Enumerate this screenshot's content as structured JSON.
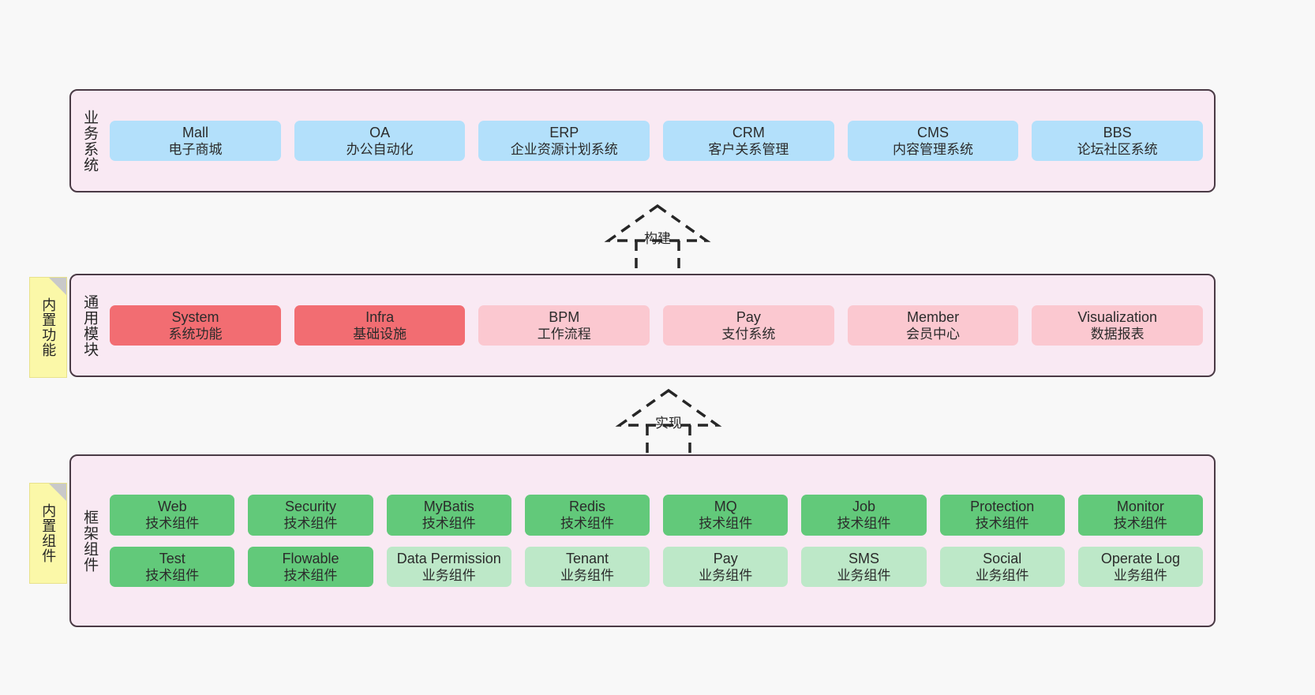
{
  "page": {
    "background": "#f8f8f8",
    "container_fill": "#f9e9f3",
    "container_border": "#4a3a45"
  },
  "layers": [
    {
      "id": "business-systems",
      "title": "业务系统",
      "rows": [
        [
          {
            "en": "Mall",
            "cn": "电子商城",
            "color": "#b3e0fb",
            "style": "blue"
          },
          {
            "en": "OA",
            "cn": "办公自动化",
            "color": "#b3e0fb",
            "style": "blue"
          },
          {
            "en": "ERP",
            "cn": "企业资源计划系统",
            "color": "#b3e0fb",
            "style": "blue"
          },
          {
            "en": "CRM",
            "cn": "客户关系管理",
            "color": "#b3e0fb",
            "style": "blue"
          },
          {
            "en": "CMS",
            "cn": "内容管理系统",
            "color": "#b3e0fb",
            "style": "blue"
          },
          {
            "en": "BBS",
            "cn": "论坛社区系统",
            "color": "#b3e0fb",
            "style": "blue"
          }
        ]
      ]
    },
    {
      "id": "common-modules",
      "title": "通用模块",
      "note": "内置功能",
      "rows": [
        [
          {
            "en": "System",
            "cn": "系统功能",
            "color": "#f26d72",
            "style": "red"
          },
          {
            "en": "Infra",
            "cn": "基础设施",
            "color": "#f26d72",
            "style": "red"
          },
          {
            "en": "BPM",
            "cn": "工作流程",
            "color": "#fbc8d0",
            "style": "pink"
          },
          {
            "en": "Pay",
            "cn": "支付系统",
            "color": "#fbc8d0",
            "style": "pink"
          },
          {
            "en": "Member",
            "cn": "会员中心",
            "color": "#fbc8d0",
            "style": "pink"
          },
          {
            "en": "Visualization",
            "cn": "数据报表",
            "color": "#fbc8d0",
            "style": "pink"
          }
        ]
      ]
    },
    {
      "id": "framework-components",
      "title": "框架组件",
      "note": "内置组件",
      "rows": [
        [
          {
            "en": "Web",
            "cn": "技术组件",
            "color": "#62c97a",
            "style": "green"
          },
          {
            "en": "Security",
            "cn": "技术组件",
            "color": "#62c97a",
            "style": "green"
          },
          {
            "en": "MyBatis",
            "cn": "技术组件",
            "color": "#62c97a",
            "style": "green"
          },
          {
            "en": "Redis",
            "cn": "技术组件",
            "color": "#62c97a",
            "style": "green"
          },
          {
            "en": "MQ",
            "cn": "技术组件",
            "color": "#62c97a",
            "style": "green"
          },
          {
            "en": "Job",
            "cn": "技术组件",
            "color": "#62c97a",
            "style": "green"
          },
          {
            "en": "Protection",
            "cn": "技术组件",
            "color": "#62c97a",
            "style": "green"
          },
          {
            "en": "Monitor",
            "cn": "技术组件",
            "color": "#62c97a",
            "style": "green"
          }
        ],
        [
          {
            "en": "Test",
            "cn": "技术组件",
            "color": "#62c97a",
            "style": "green"
          },
          {
            "en": "Flowable",
            "cn": "技术组件",
            "color": "#62c97a",
            "style": "green"
          },
          {
            "en": "Data Permission",
            "cn": "业务组件",
            "color": "#bde8c8",
            "style": "lightgreen"
          },
          {
            "en": "Tenant",
            "cn": "业务组件",
            "color": "#bde8c8",
            "style": "lightgreen"
          },
          {
            "en": "Pay",
            "cn": "业务组件",
            "color": "#bde8c8",
            "style": "lightgreen"
          },
          {
            "en": "SMS",
            "cn": "业务组件",
            "color": "#bde8c8",
            "style": "lightgreen"
          },
          {
            "en": "Social",
            "cn": "业务组件",
            "color": "#bde8c8",
            "style": "lightgreen"
          },
          {
            "en": "Operate Log",
            "cn": "业务组件",
            "color": "#bde8c8",
            "style": "lightgreen"
          }
        ]
      ]
    }
  ],
  "connectors": [
    {
      "id": "build",
      "label": "构建"
    },
    {
      "id": "implement",
      "label": "实现"
    }
  ]
}
